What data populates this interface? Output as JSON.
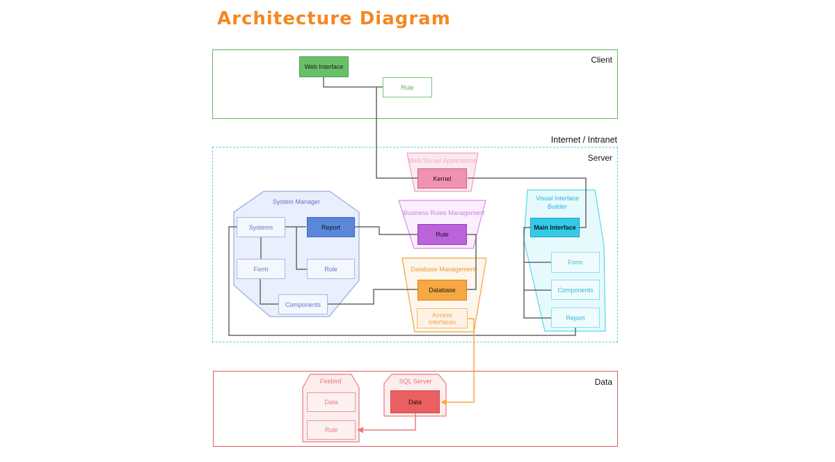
{
  "title": "Architecture Diagram",
  "palette": {
    "title_orange": "#f5871f",
    "client_green": "#5fb762",
    "server_cyan": "#55cfe2",
    "data_red": "#e05a5a",
    "connector_gray": "#666666",
    "connector_orange": "#f5a843",
    "connector_red": "#e87c7c",
    "node_green": "#6abf69",
    "node_pink": "#ef93b1",
    "node_blue": "#5b87d9",
    "node_purple": "#bb63d8",
    "node_orange": "#f5a843",
    "node_cyan": "#35cbe8",
    "node_redfill": "#ea5f5f"
  },
  "containers": {
    "client": {
      "label": "Client",
      "nodes": {
        "web_interface": "Web Interface",
        "rule": "Rule"
      }
    },
    "internet": "Internet / Intranet",
    "server": {
      "label": "Server",
      "groups": {
        "web_server_applications": {
          "label": "Web Server Applications",
          "nodes": {
            "kernel": "Kernel"
          }
        },
        "system_manager": {
          "label": "System Manager",
          "nodes": {
            "systems": "Systems",
            "report": "Report",
            "form": "Form",
            "rule": "Rule",
            "components": "Components"
          }
        },
        "business_rules_management": {
          "label": "Business Rules Management",
          "nodes": {
            "rule": "Rule"
          }
        },
        "database_management": {
          "label": "Database Management",
          "nodes": {
            "database": "Database",
            "access_interfaces": "Access Interfaces"
          }
        },
        "visual_interface_builder": {
          "label": "Visual Interface Builder",
          "nodes": {
            "main_interface": "Main Interface",
            "form": "Form",
            "components": "Components",
            "report": "Report"
          }
        }
      }
    },
    "data": {
      "label": "Data",
      "groups": {
        "firebird": {
          "label": "Firebird",
          "nodes": {
            "data": "Data",
            "rule": "Rule"
          }
        },
        "sql_server": {
          "label": "SQL Server",
          "nodes": {
            "data": "Data"
          }
        }
      }
    }
  }
}
